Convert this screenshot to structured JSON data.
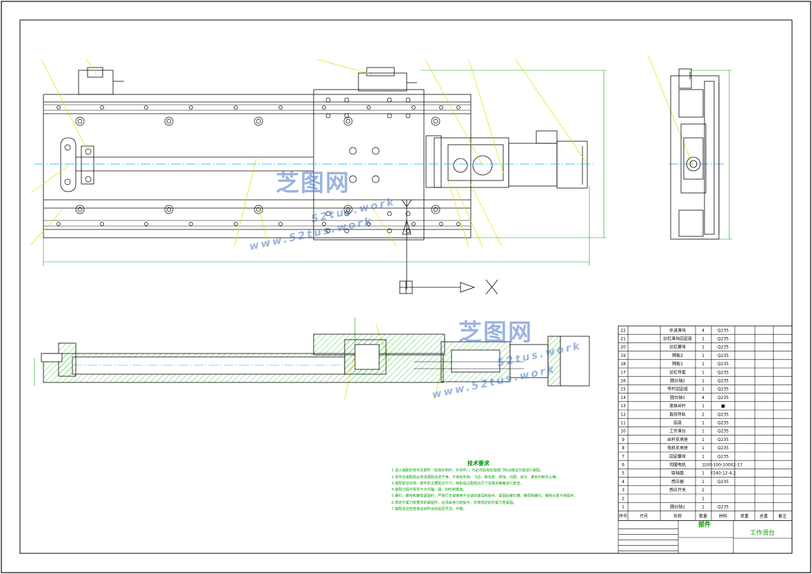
{
  "colors": {
    "outline": "#000000",
    "dim": "#00a000",
    "leader": "#e0e000",
    "center": "#00b4ff",
    "hatch": "#00b000",
    "watermark": "#4a78c8"
  },
  "watermark": {
    "cn": "芝图网",
    "en": "52tus.work",
    "url": "www.52tus.work"
  },
  "tech_notes": {
    "title": "技术要求",
    "lines": [
      "1.进入装配的零件及部件（包括外购件、外协件），均必须具有检验部门的合格证方能进行装配。",
      "2.零件在装配前必须清理和清洗干净，不得有毛刺、飞边、氧化皮、锈蚀、切屑、油污、着色剂和灰尘等。",
      "3.装配前应对零、部件的主要配合尺寸，特别是过盈配合尺寸及相关精度进行复查。",
      "4.装配过程中零件不允许磕、碰、划伤和锈蚀。",
      "5.螺钉、螺栓和螺母紧固时，严禁打击或使用不合适的旋具和扳手。紧固后螺钉槽、螺母和螺钉、螺栓头部不得损坏。",
      "6.规定拧紧力矩要求的紧固件，必须采用力矩扳手，并按规定的拧紧力矩紧固。",
      "7.装配后应检查各运动件运动是否灵活、平稳。"
    ]
  },
  "bom": {
    "rows": [
      {
        "no": "22",
        "name": "步进滑块",
        "qty": "4",
        "mat": "Q235"
      },
      {
        "no": "21",
        "name": "丝杠滑块固定座",
        "qty": "1",
        "mat": "Q235"
      },
      {
        "no": "20",
        "name": "丝杠螺母",
        "qty": "1",
        "mat": "Q235"
      },
      {
        "no": "19",
        "name": "隔板2",
        "qty": "1",
        "mat": "Q235"
      },
      {
        "no": "18",
        "name": "隔板1",
        "qty": "1",
        "mat": "Q235"
      },
      {
        "no": "17",
        "name": "丝杠导套",
        "qty": "1",
        "mat": "Q235"
      },
      {
        "no": "16",
        "name": "圆台轴2",
        "qty": "1",
        "mat": "Q235"
      },
      {
        "no": "15",
        "name": "导杆固定座",
        "qty": "1",
        "mat": "Q235"
      },
      {
        "no": "14",
        "name": "圆台轴1",
        "qty": "4",
        "mat": "Q235"
      },
      {
        "no": "13",
        "name": "滚珠丝杆",
        "qty": "1",
        "mat": "■"
      },
      {
        "no": "12",
        "name": "直线导轨",
        "qty": "2",
        "mat": "Q235"
      },
      {
        "no": "11",
        "name": "底座",
        "qty": "1",
        "mat": "Q235"
      },
      {
        "no": "10",
        "name": "工作滑台",
        "qty": "1",
        "mat": "Q235"
      },
      {
        "no": "9",
        "name": "丝杆支承座",
        "qty": "1",
        "mat": "Q235"
      },
      {
        "no": "8",
        "name": "电机支承座",
        "qty": "1",
        "mat": "Q235"
      },
      {
        "no": "7",
        "name": "固定螺母",
        "qty": "1",
        "mat": "Q235"
      },
      {
        "no": "6",
        "name": "伺服电机",
        "qty": "1",
        "mat": "100-100-10002-17"
      },
      {
        "no": "5",
        "name": "联轴器",
        "qty": "1",
        "mat": "Y240-12-4.2"
      },
      {
        "no": "4",
        "name": "感应器",
        "qty": "1",
        "mat": "Q235"
      },
      {
        "no": "3",
        "name": "感应开关",
        "qty": "2",
        "mat": ""
      },
      {
        "no": "2",
        "name": "",
        "qty": "1",
        "mat": ""
      },
      {
        "no": "1",
        "name": "圆台轴1",
        "qty": "1",
        "mat": "Q235"
      }
    ],
    "header": [
      "序号",
      "代号",
      "名称",
      "数量",
      "材料",
      "单重",
      "总重",
      "备注"
    ]
  },
  "title_block": {
    "org": "部件",
    "title": "工作滑台"
  }
}
